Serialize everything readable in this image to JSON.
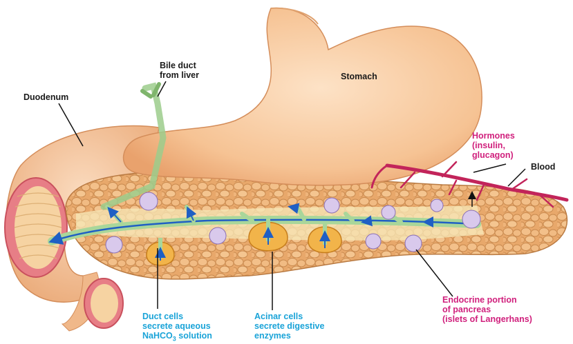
{
  "labels": {
    "stomach": "Stomach",
    "duodenum": "Duodenum",
    "bile_duct": "Bile duct\nfrom liver",
    "hormones": "Hormones\n(insulin,\nglucagon)",
    "blood": "Blood",
    "duct_cells_line1": "Duct cells\nsecrete aqueous\nNaHCO",
    "duct_cells_sub": "3",
    "duct_cells_line2": " solution",
    "acinar_cells": "Acinar cells\nsecrete digestive\nenzymes",
    "endocrine": "Endocrine portion\nof pancreas\n(islets of Langerhans)"
  },
  "colors": {
    "label_dark": "#1a1a1a",
    "label_pink": "#d01f7c",
    "label_cyan": "#19a3d8",
    "stomach": "#f7c9a0",
    "pancreas": "#efb47a",
    "duct_flow": "#1f5fc4",
    "blood_vessel": "#c2245a"
  }
}
